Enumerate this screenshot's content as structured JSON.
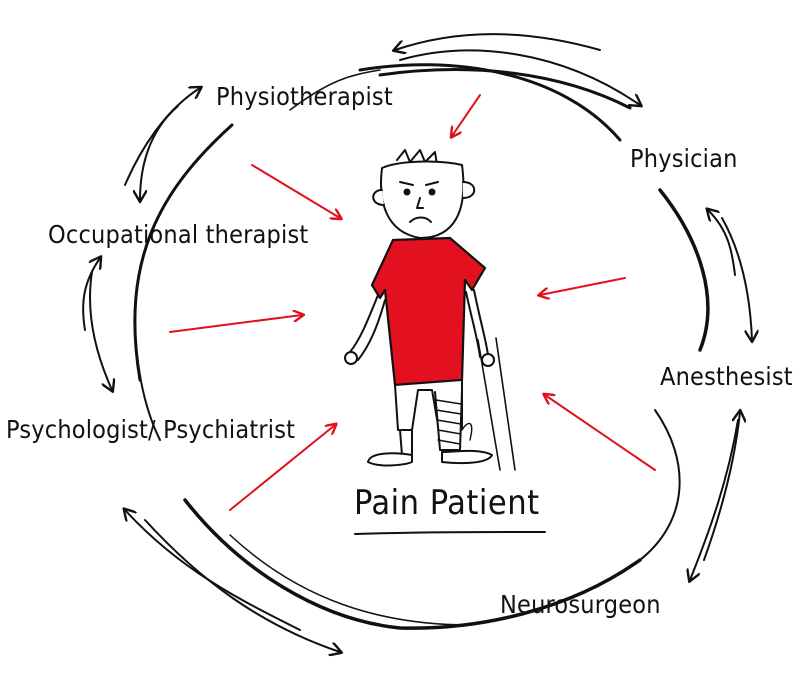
{
  "diagram": {
    "center_label": "Pain Patient",
    "roles": [
      {
        "id": "physiotherapist",
        "label": "Physiotherapist"
      },
      {
        "id": "physician",
        "label": "Physician"
      },
      {
        "id": "occupational-therapist",
        "label": "Occupational therapist"
      },
      {
        "id": "anesthesist",
        "label": "Anesthesist"
      },
      {
        "id": "psychologist-psychiatrist",
        "label": "Psychologist/ Psychiatrist"
      },
      {
        "id": "neurosurgeon",
        "label": "Neurosurgeon"
      }
    ]
  },
  "colors": {
    "ink": "#111111",
    "accent_red": "#e3101f",
    "skin": "#ffffff",
    "background": "#ffffff"
  },
  "icons": {
    "patient": "sad-patient-figure-with-crutch-icon",
    "cycle_arrows": "double-cycle-arrow-icon",
    "pointer_arrows": "red-arrow-icon"
  }
}
